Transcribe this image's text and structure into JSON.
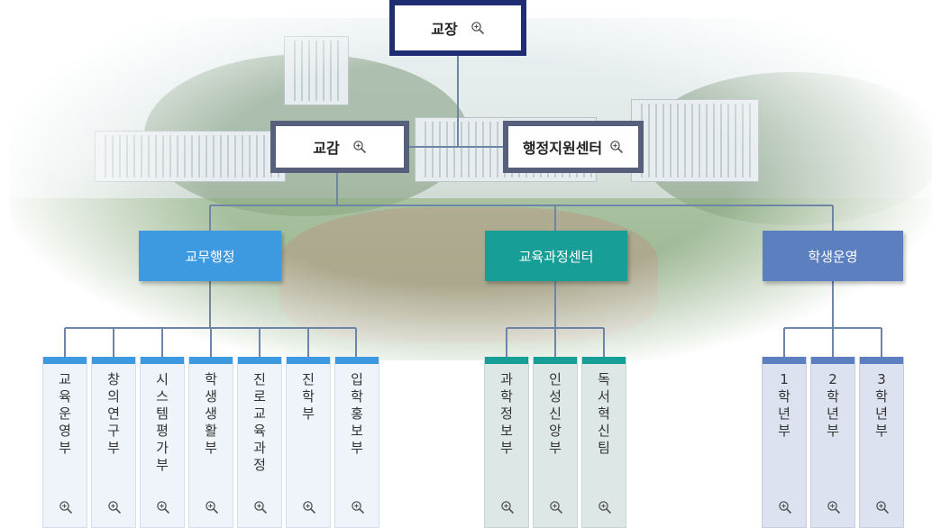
{
  "principal": {
    "label": "교장"
  },
  "vice_principal": {
    "label": "교감"
  },
  "admin_center": {
    "label": "행정지원센터"
  },
  "divisions": [
    {
      "label": "교무행정",
      "color": "#3e9ae0"
    },
    {
      "label": "교육과정센터",
      "color": "#169e97"
    },
    {
      "label": "학생운영",
      "color": "#5b7fbf"
    }
  ],
  "departments": [
    "교육운영부",
    "창의연구부",
    "시스템평가부",
    "학생생활부",
    "진로교육과정",
    "진학부",
    "입학홍보부",
    "과학정보부",
    "인성신앙부",
    "독서혁신팀",
    "1학년부",
    "2학년부",
    "3학년부"
  ],
  "icons": {
    "zoom": "zoom-in-icon"
  },
  "colors": {
    "principal_border": "#1f2d73",
    "second_border": "#56607a",
    "line": "#6d86a8"
  }
}
